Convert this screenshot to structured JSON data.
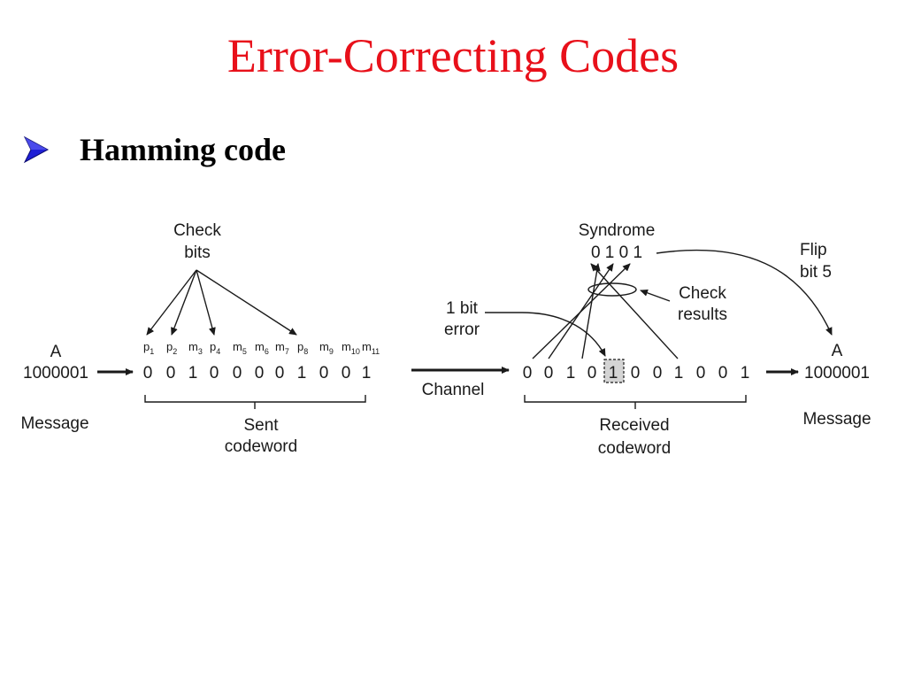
{
  "slide": {
    "title": "Error-Correcting Codes",
    "bullet_text": "Hamming code"
  },
  "diagram": {
    "check_bits_label": [
      "Check",
      "bits"
    ],
    "sender_letter": "A",
    "message_bits": "1000001",
    "message_label": "Message",
    "position_labels": [
      {
        "base": "p",
        "sub": "1"
      },
      {
        "base": "p",
        "sub": "2"
      },
      {
        "base": "m",
        "sub": "3"
      },
      {
        "base": "p",
        "sub": "4"
      },
      {
        "base": "m",
        "sub": "5"
      },
      {
        "base": "m",
        "sub": "6"
      },
      {
        "base": "m",
        "sub": "7"
      },
      {
        "base": "p",
        "sub": "8"
      },
      {
        "base": "m",
        "sub": "9"
      },
      {
        "base": "m",
        "sub": "10"
      },
      {
        "base": "m",
        "sub": "11"
      }
    ],
    "sent_bits": [
      "0",
      "0",
      "1",
      "0",
      "0",
      "0",
      "0",
      "1",
      "0",
      "0",
      "1"
    ],
    "sent_label": [
      "Sent",
      "codeword"
    ],
    "channel_label": "Channel",
    "received_bits": [
      "0",
      "0",
      "1",
      "0",
      "1",
      "0",
      "0",
      "1",
      "0",
      "0",
      "1"
    ],
    "error_bit_index": 4,
    "received_label": [
      "Received",
      "codeword"
    ],
    "error_label": [
      "1 bit",
      "error"
    ],
    "syndrome_label": "Syndrome",
    "syndrome_bits": "0 1 0 1",
    "check_results_label": [
      "Check",
      "results"
    ],
    "flip_label": [
      "Flip",
      "bit 5"
    ],
    "receiver_letter": "A",
    "receiver_message_bits": "1000001",
    "receiver_message_label": "Message"
  },
  "colors": {
    "title": "#e8101a",
    "bullet_arrow": "#1f1fd6",
    "error_box_fill": "#d4d4d4"
  },
  "icons": {
    "bullet": "arrowhead-bullet-icon"
  }
}
